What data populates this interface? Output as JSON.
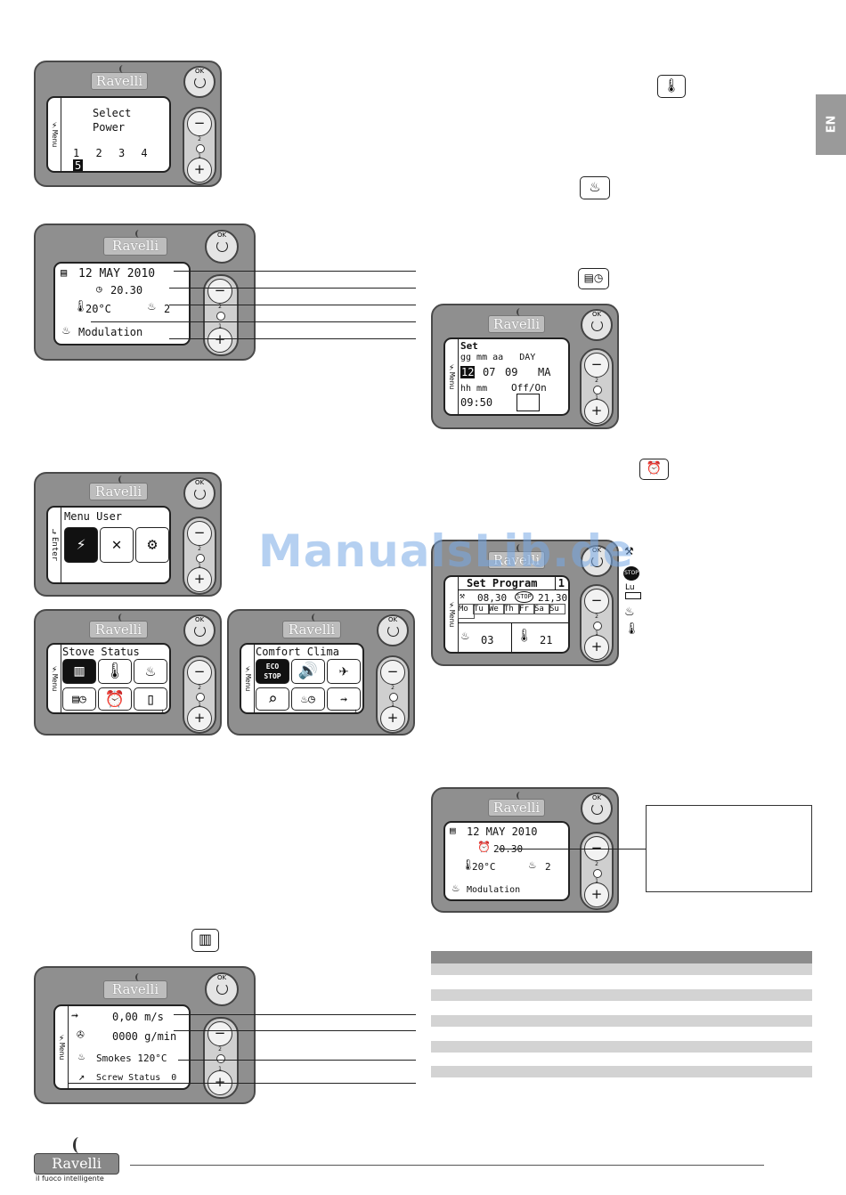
{
  "brand": {
    "name": "Ravelli",
    "tagline": "il fuoco intelligente"
  },
  "watermark": "ManualsLib.de",
  "lang_tab": "EN",
  "buttons": {
    "ok": "OK",
    "minus_num": "2",
    "plus_num": "1"
  },
  "menu_label": "Menu",
  "enter_label": "Enter",
  "panel1": {
    "line1": "Select",
    "line2": "Power",
    "levels": [
      "1",
      "2",
      "3",
      "4",
      "5"
    ],
    "selected": "5"
  },
  "panel2": {
    "date": "12 MAY 2010",
    "time": "20.30",
    "temp": "20°C",
    "power": "2",
    "mode": "Modulation"
  },
  "panel3": {
    "title": "Menu User"
  },
  "panel4": {
    "title": "Stove Status"
  },
  "panel5": {
    "title": "Comfort Clima",
    "eco1": "ECO",
    "eco2": "STOP"
  },
  "panel6": {
    "row1": "0,00 m/s",
    "row2": "0000 g/min",
    "row3": "Smokes 120°C",
    "row4": "Screw Status  0"
  },
  "panel7": {
    "set": "Set",
    "header": "gg mm aa   DAY",
    "dd": "12",
    "mm": "07",
    "yy": "09",
    "day": "MA",
    "hhmm": "hh mm",
    "offon": "Off/On",
    "time": "09:50"
  },
  "panel8": {
    "title": "Set Program",
    "num": "1",
    "t1": "08,30",
    "t2": "21,30",
    "days": [
      "Mo",
      "Tu",
      "We",
      "Th",
      "Fr",
      "Sa",
      "Su"
    ],
    "power": "03",
    "temp": "21"
  },
  "panel9": {
    "date": "12 MAY 2010",
    "time": "20.30",
    "temp": "20°C",
    "power": "2",
    "mode": "Modulation"
  },
  "legend": {
    "lu": "Lu"
  }
}
